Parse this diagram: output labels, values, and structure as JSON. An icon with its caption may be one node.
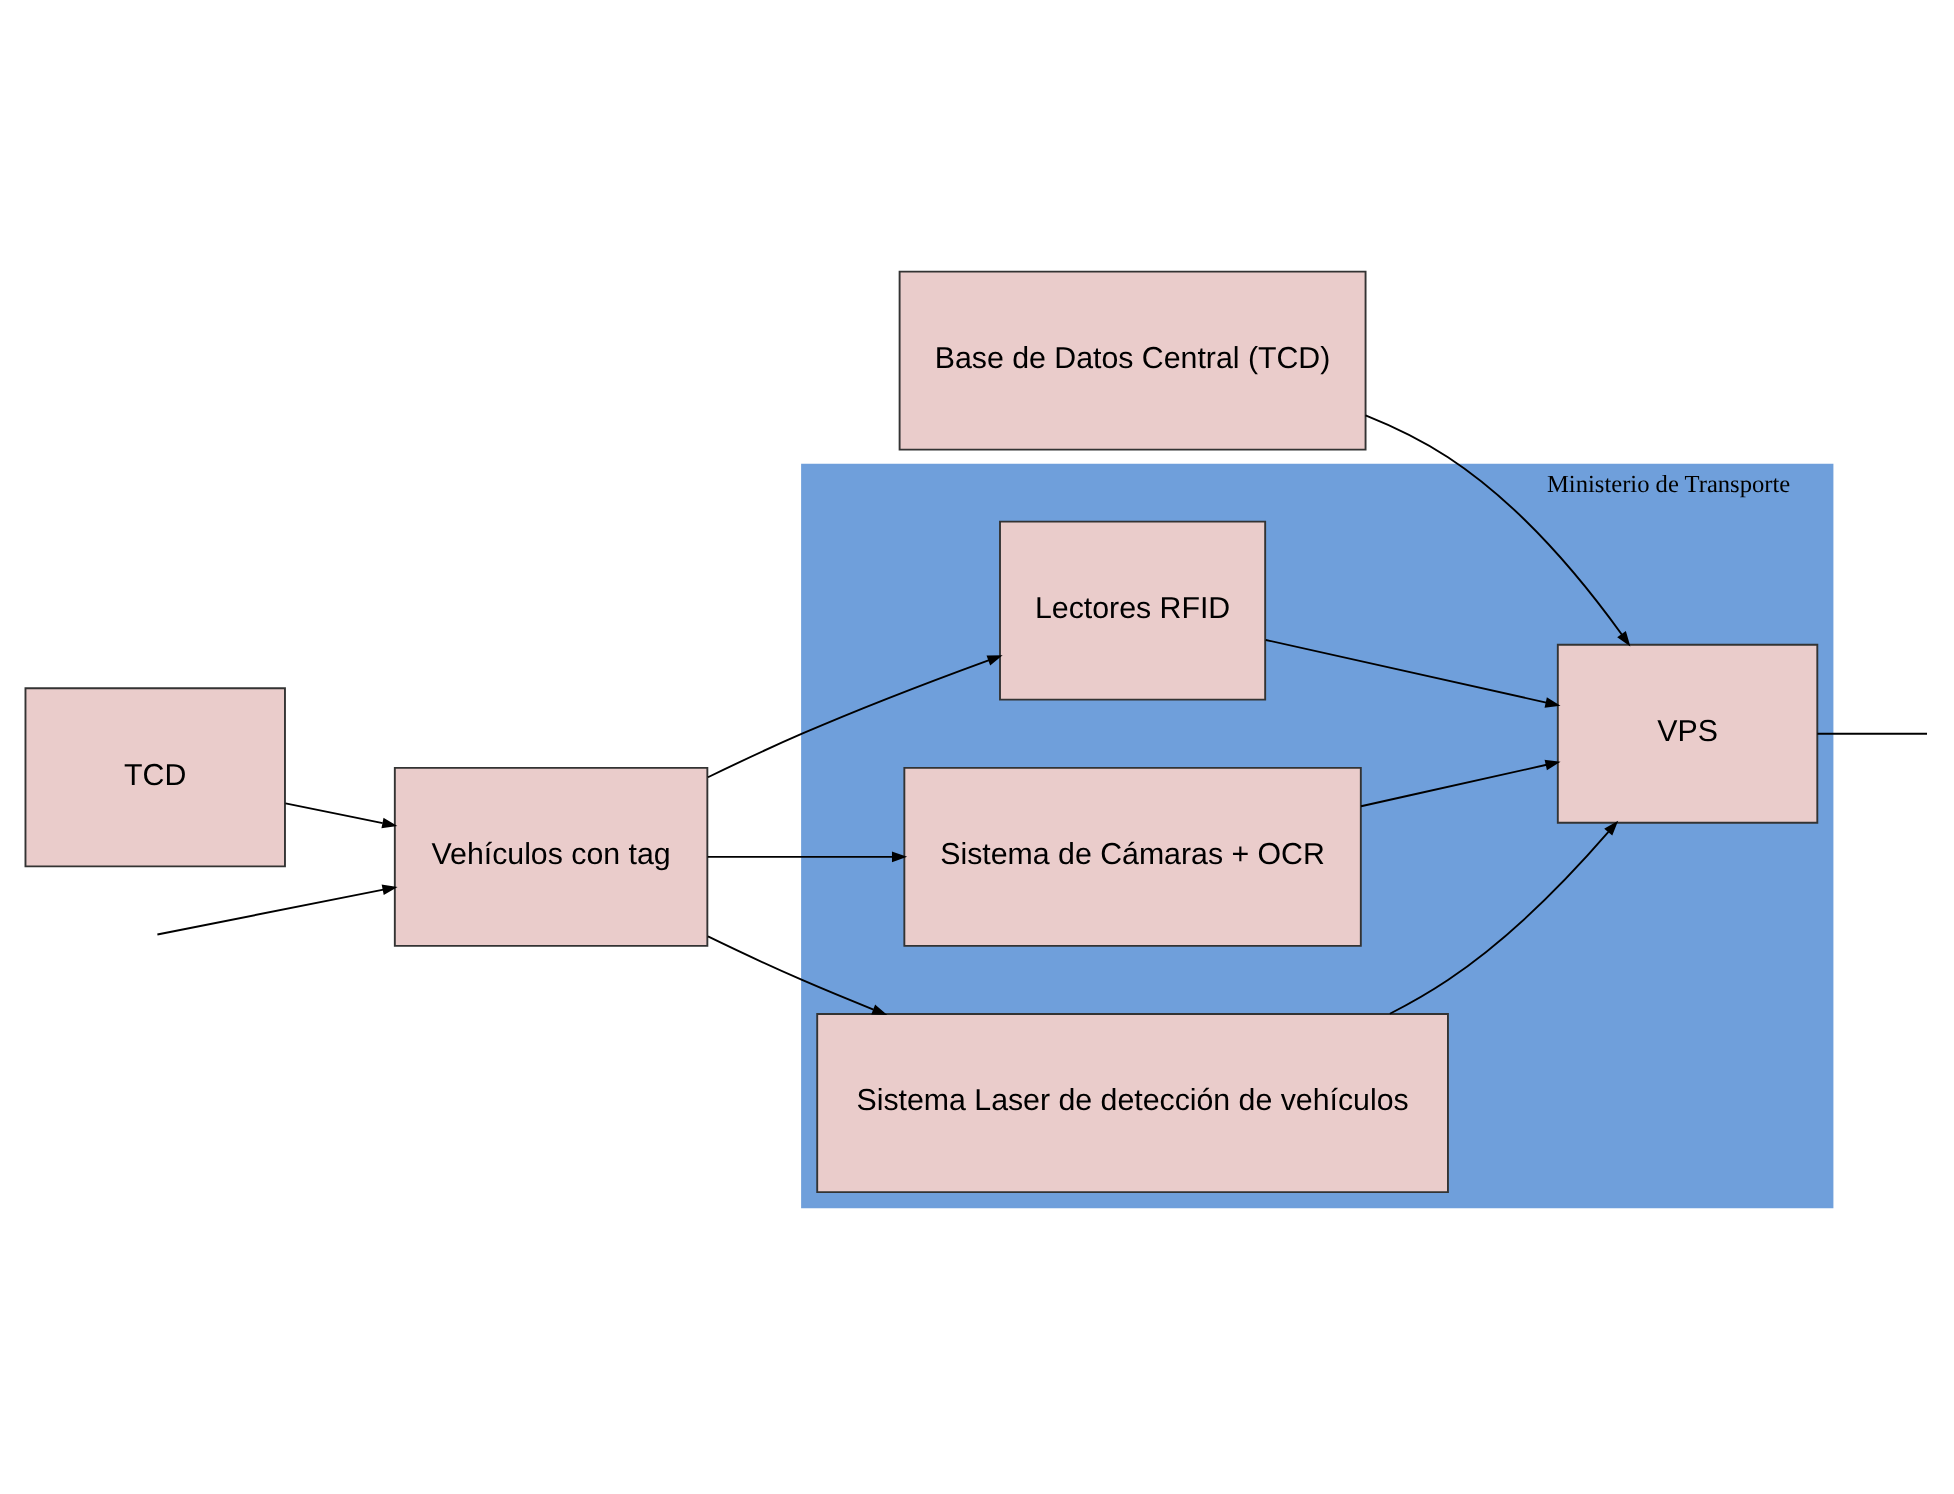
{
  "diagram": {
    "nodes": [
      {
        "text": [
          "Ministerio de Transporte"
        ]
      },
      {
        "text": [
          "TCD"
        ]
      },
      {
        "text": [
          "Vehículos con tag"
        ]
      },
      {
        "text": [
          "Lectores RFID"
        ],
        "in": 0
      },
      {
        "text": [
          "Sistema de Cámaras + OCR"
        ],
        "in": 0
      },
      {
        "text": [
          "Sistema Laser de detección de vehículos"
        ],
        "in": 0
      },
      {
        "text": [
          "VPS"
        ],
        "in": 0
      },
      {
        "text": [
          "Base de Datos Central (TCD)"
        ]
      }
    ],
    "edges": [
      {
        "from": 1,
        "to": 2,
        "arrow": "to"
      },
      {
        "from": null,
        "to": 2,
        "arrow": "to"
      },
      {
        "from": 2,
        "to": 3,
        "arrow": "to"
      },
      {
        "from": 2,
        "to": 4,
        "arrow": "to"
      },
      {
        "from": 2,
        "to": 5,
        "arrow": "to"
      },
      {
        "from": 3,
        "to": 6,
        "arrow": "to"
      },
      {
        "from": 4,
        "to": 6,
        "arrow": "to"
      },
      {
        "from": 5,
        "to": 6,
        "arrow": "to"
      },
      {
        "from": 7,
        "to": 6,
        "arrow": "to"
      },
      {
        "from": 6,
        "to": null,
        "arrow": "none"
      }
    ]
  }
}
